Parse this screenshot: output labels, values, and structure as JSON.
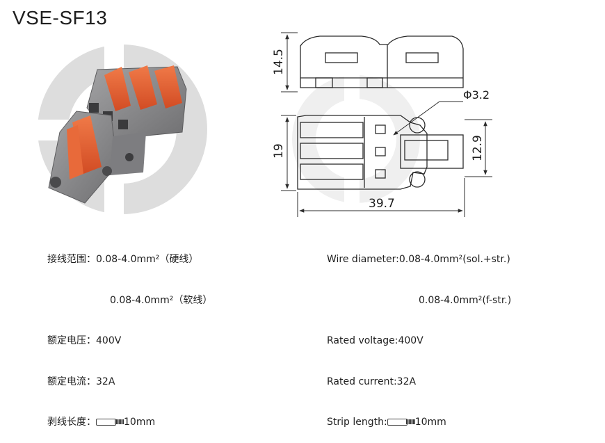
{
  "title": "VSE-SF13",
  "dimensions": {
    "height_top": "14.5",
    "height_side": "19",
    "hole": "Φ3.2",
    "width_right": "12.9",
    "length": "39.7"
  },
  "spec_cn": {
    "line1": "接线范围：0.08-4.0mm²（硬线）",
    "line2": "0.08-4.0mm²（软线）",
    "line3": "额定电压：400V",
    "line4": "额定电流：32A",
    "strip_label": "剥线长度：",
    "strip_value": "10mm"
  },
  "spec_en": {
    "line1": "Wire diameter:0.08-4.0mm²(sol.+str.)",
    "line2": "0.08-4.0mm²(f-str.)",
    "line3": "Rated voltage:400V",
    "line4": "Rated current:32A",
    "strip_label": "Strip length:",
    "strip_value": "10mm"
  },
  "colors": {
    "housing": "#8a8a8c",
    "lever": "#e4572e",
    "watermark": "#d6d6d6",
    "line": "#2b2b2b"
  },
  "icons": [
    "connector-photo",
    "watermark-logo",
    "strip-wire-icon"
  ]
}
